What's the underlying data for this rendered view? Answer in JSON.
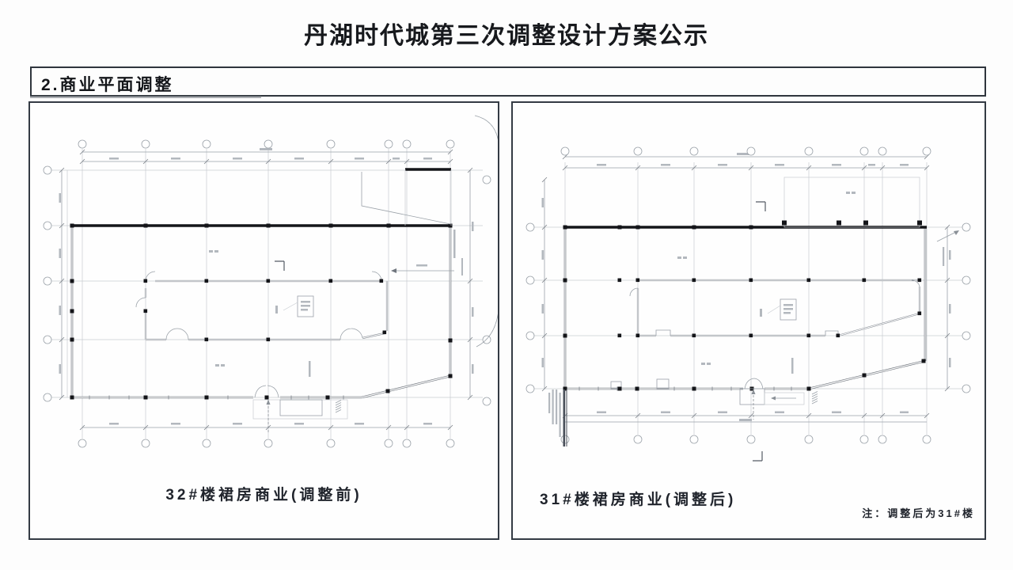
{
  "title": "丹湖时代城第三次调整设计方案公示",
  "section": {
    "heading": "2.商业平面调整"
  },
  "plans": {
    "before": {
      "caption": "32#楼裙房商业(调整前)"
    },
    "after": {
      "caption": "31#楼裙房商业(调整后)",
      "note": "注：调整后为31#楼"
    }
  },
  "colors": {
    "page_background": "#fdfdfd",
    "panel_border": "#343b44",
    "title_text": "#17191d",
    "wall_black": "#141519",
    "grid_gray": "#c8ccd1",
    "wall_gray": "#70767e"
  }
}
